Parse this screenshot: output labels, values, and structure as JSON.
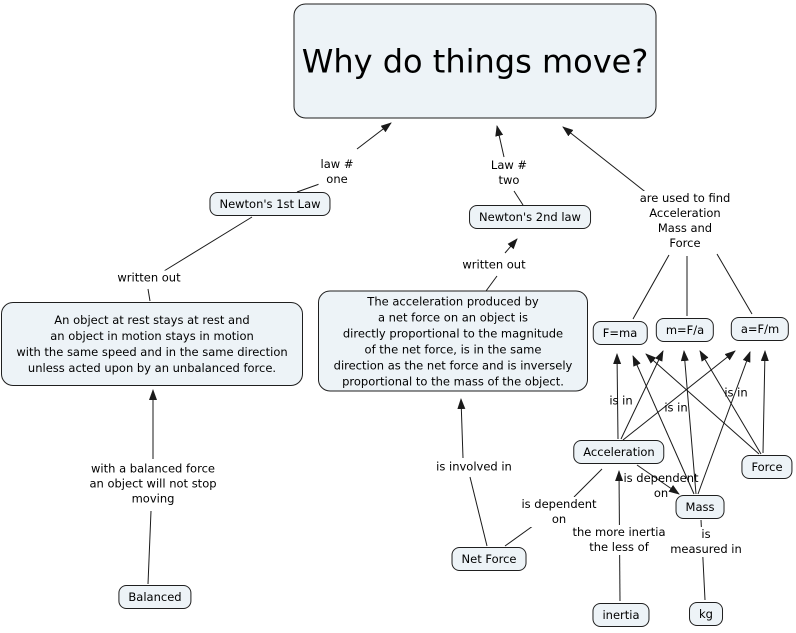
{
  "title": "Why do things move?",
  "nodes": {
    "newtons_1st_law": "Newton's 1st Law",
    "newtons_2nd_law": "Newton's 2nd law",
    "law1_text": "An object at rest stays at rest and\nan object in motion stays in motion\nwith the same speed and in the same direction\nunless acted upon by an unbalanced force.",
    "law2_text": "The acceleration produced by\na net force on an object is\ndirectly proportional to the magnitude\nof the net force, is in the same\ndirection as the net force and is inversely\nproportional to the mass of the object.",
    "f_ma": "F=ma",
    "m_fa": "m=F/a",
    "a_fm": "a=F/m",
    "acceleration": "Acceleration",
    "force": "Force",
    "mass": "Mass",
    "net_force": "Net Force",
    "balanced": "Balanced",
    "inertia": "inertia",
    "kg": "kg"
  },
  "edge_labels": {
    "law_one": "law #\none",
    "law_two": "Law #\ntwo",
    "used_to_find": "are used to find\nAcceleration\nMass and\nForce",
    "written_out_1": "written out",
    "written_out_2": "written out",
    "is_in_1": "is in",
    "is_in_2": "is in",
    "is_in_3": "is in",
    "is_involved_in": "is involved in",
    "is_dependent_on_left": "is dependent\non",
    "is_dependent_on_right": "is dependent\non",
    "balanced_force": "with a balanced force\nan object will not stop\nmoving",
    "more_inertia": "the more inertia\nthe less of",
    "measured_in": "is\nmeasured in"
  },
  "colors": {
    "node_fill": "#edf3f7",
    "node_border": "#1f1f1f",
    "line": "#1a1a1a",
    "background": "#ffffff",
    "text": "#000000"
  }
}
